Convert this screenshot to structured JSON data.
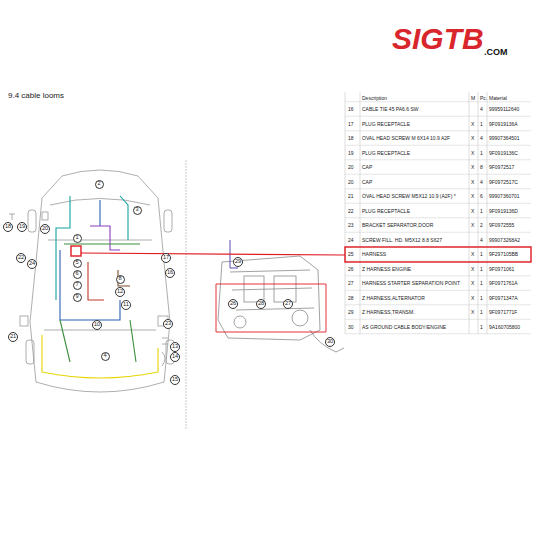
{
  "diagram": {
    "title": "9.4 cable looms",
    "nodes": [
      {
        "text": [
          "2"
        ]
      },
      {
        "text": [
          "3"
        ]
      },
      {
        "text": [
          "18"
        ]
      },
      {
        "text": [
          "19"
        ]
      },
      {
        "text": [
          "20"
        ]
      },
      {
        "text": [
          "1"
        ]
      },
      {
        "text": [
          "22"
        ]
      },
      {
        "text": [
          "24"
        ]
      },
      {
        "text": [
          "17"
        ]
      },
      {
        "text": [
          "5"
        ]
      },
      {
        "text": [
          "16"
        ]
      },
      {
        "text": [
          "6"
        ]
      },
      {
        "text": [
          "8"
        ]
      },
      {
        "text": [
          "7"
        ]
      },
      {
        "text": [
          "12"
        ]
      },
      {
        "text": [
          "9"
        ]
      },
      {
        "text": [
          "11"
        ]
      },
      {
        "text": [
          "10"
        ]
      },
      {
        "text": [
          "23"
        ]
      },
      {
        "text": [
          "21"
        ]
      },
      {
        "text": [
          "13"
        ]
      },
      {
        "text": [
          "14"
        ]
      },
      {
        "text": [
          "4"
        ]
      },
      {
        "text": [
          "15"
        ]
      },
      {
        "text": [
          "29"
        ]
      },
      {
        "text": [
          "26"
        ]
      },
      {
        "text": [
          "28"
        ]
      },
      {
        "text": [
          "27"
        ]
      },
      {
        "text": [
          "30"
        ]
      }
    ],
    "labels": [
      "SIGTB",
      ".COM",
      "Description",
      "M",
      "Pc.",
      "Material",
      "16",
      "CABLE TIE 45 PA6.6 SW",
      "4",
      "99959112640",
      "17",
      "PLUG RECEPTACLE",
      "X",
      "1",
      "9F0919136A",
      "18",
      "OVAL HEAD SCREW M 6X14 10.9 A2F",
      "X",
      "4",
      "99907364501",
      "19",
      "PLUG RECEPTACLE",
      "X",
      "1",
      "9F0919136C",
      "20",
      "CAP",
      "X",
      "8",
      "9F0972517",
      "20",
      "CAP",
      "X",
      "4",
      "9F0972517C",
      "21",
      "OVAL HEAD SCREW M5X12 10.9 (A2F) *",
      "X",
      "6",
      "99907360701",
      "22",
      "PLUG RECEPTACLE",
      "X",
      "1",
      "9F0919136D",
      "23",
      "BRACKET SEPARATOR,DOOR",
      "X",
      "2",
      "9F0972555",
      "24",
      "SCREW FILL. HD. M5X12 8.8 S627",
      "4",
      "999073268A2",
      "25",
      "HARNESS",
      "X",
      "1",
      "9F297105BB",
      "26",
      "Z HARNESS ENGINE",
      "X",
      "1",
      "9F0971061",
      "27",
      "HARNESS STARTER SEPARATION POINT",
      "X",
      "1",
      "9F0971761A",
      "28",
      "Z HARNESS,ALTERNATOR",
      "X",
      "1",
      "9F0971347A",
      "29",
      "Z HARNESS,TRANSM.",
      "X",
      "1",
      "9F0971771F",
      "30",
      "AS GROUND CABLE BODY/ENGINE",
      "1",
      "9A160705800"
    ]
  }
}
